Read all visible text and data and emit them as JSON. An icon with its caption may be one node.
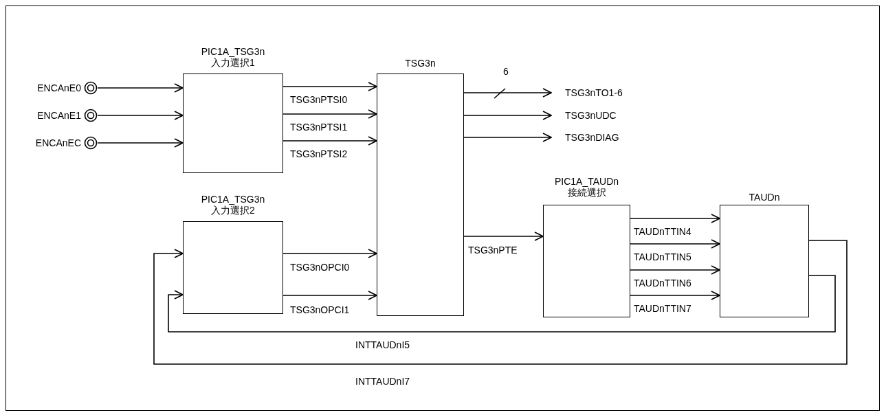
{
  "diagram": {
    "nodes": [
      {
        "text": [
          "ENCAnE0"
        ]
      },
      {
        "text": [
          "ENCAnE1"
        ]
      },
      {
        "text": [
          "ENCAnEC"
        ]
      },
      {
        "text": [
          "PIC1A_TSG3n 入力選択1"
        ]
      },
      {
        "text": [
          "PIC1A_TSG3n 入力選択2"
        ]
      },
      {
        "text": [
          "TSG3n"
        ]
      },
      {
        "text": [
          "TSG3nTO1-6"
        ]
      },
      {
        "text": [
          "TSG3nUDC"
        ]
      },
      {
        "text": [
          "TSG3nDIAG"
        ]
      },
      {
        "text": [
          "PIC1A_TAUDn 接続選択"
        ]
      },
      {
        "text": [
          "TAUDn"
        ]
      }
    ],
    "edges": [
      {
        "from": 0,
        "to": 3,
        "arrow": "to"
      },
      {
        "from": 1,
        "to": 3,
        "arrow": "to"
      },
      {
        "from": 2,
        "to": 3,
        "arrow": "to"
      },
      {
        "from": 3,
        "to": 5,
        "arrow": "to",
        "label": "TSG3nPTSI0"
      },
      {
        "from": 3,
        "to": 5,
        "arrow": "to",
        "label": "TSG3nPTSI1"
      },
      {
        "from": 3,
        "to": 5,
        "arrow": "to",
        "label": "TSG3nPTSI2"
      },
      {
        "from": 4,
        "to": 5,
        "arrow": "to",
        "label": "TSG3nOPCI0"
      },
      {
        "from": 4,
        "to": 5,
        "arrow": "to",
        "label": "TSG3nOPCI1"
      },
      {
        "from": 5,
        "to": 6,
        "arrow": "to",
        "label": "6"
      },
      {
        "from": 5,
        "to": 7,
        "arrow": "to"
      },
      {
        "from": 5,
        "to": 8,
        "arrow": "to"
      },
      {
        "from": 5,
        "to": 9,
        "arrow": "to",
        "label": "TSG3nPTE"
      },
      {
        "from": 9,
        "to": 10,
        "arrow": "to",
        "label": "TAUDnTTIN4"
      },
      {
        "from": 9,
        "to": 10,
        "arrow": "to",
        "label": "TAUDnTTIN5"
      },
      {
        "from": 9,
        "to": 10,
        "arrow": "to",
        "label": "TAUDnTTIN6"
      },
      {
        "from": 9,
        "to": 10,
        "arrow": "to",
        "label": "TAUDnTTIN7"
      },
      {
        "from": 10,
        "to": 4,
        "arrow": "to",
        "label": "INTTAUDnI5"
      },
      {
        "from": 10,
        "to": 4,
        "arrow": "to",
        "label": "INTTAUDnI7"
      }
    ]
  }
}
